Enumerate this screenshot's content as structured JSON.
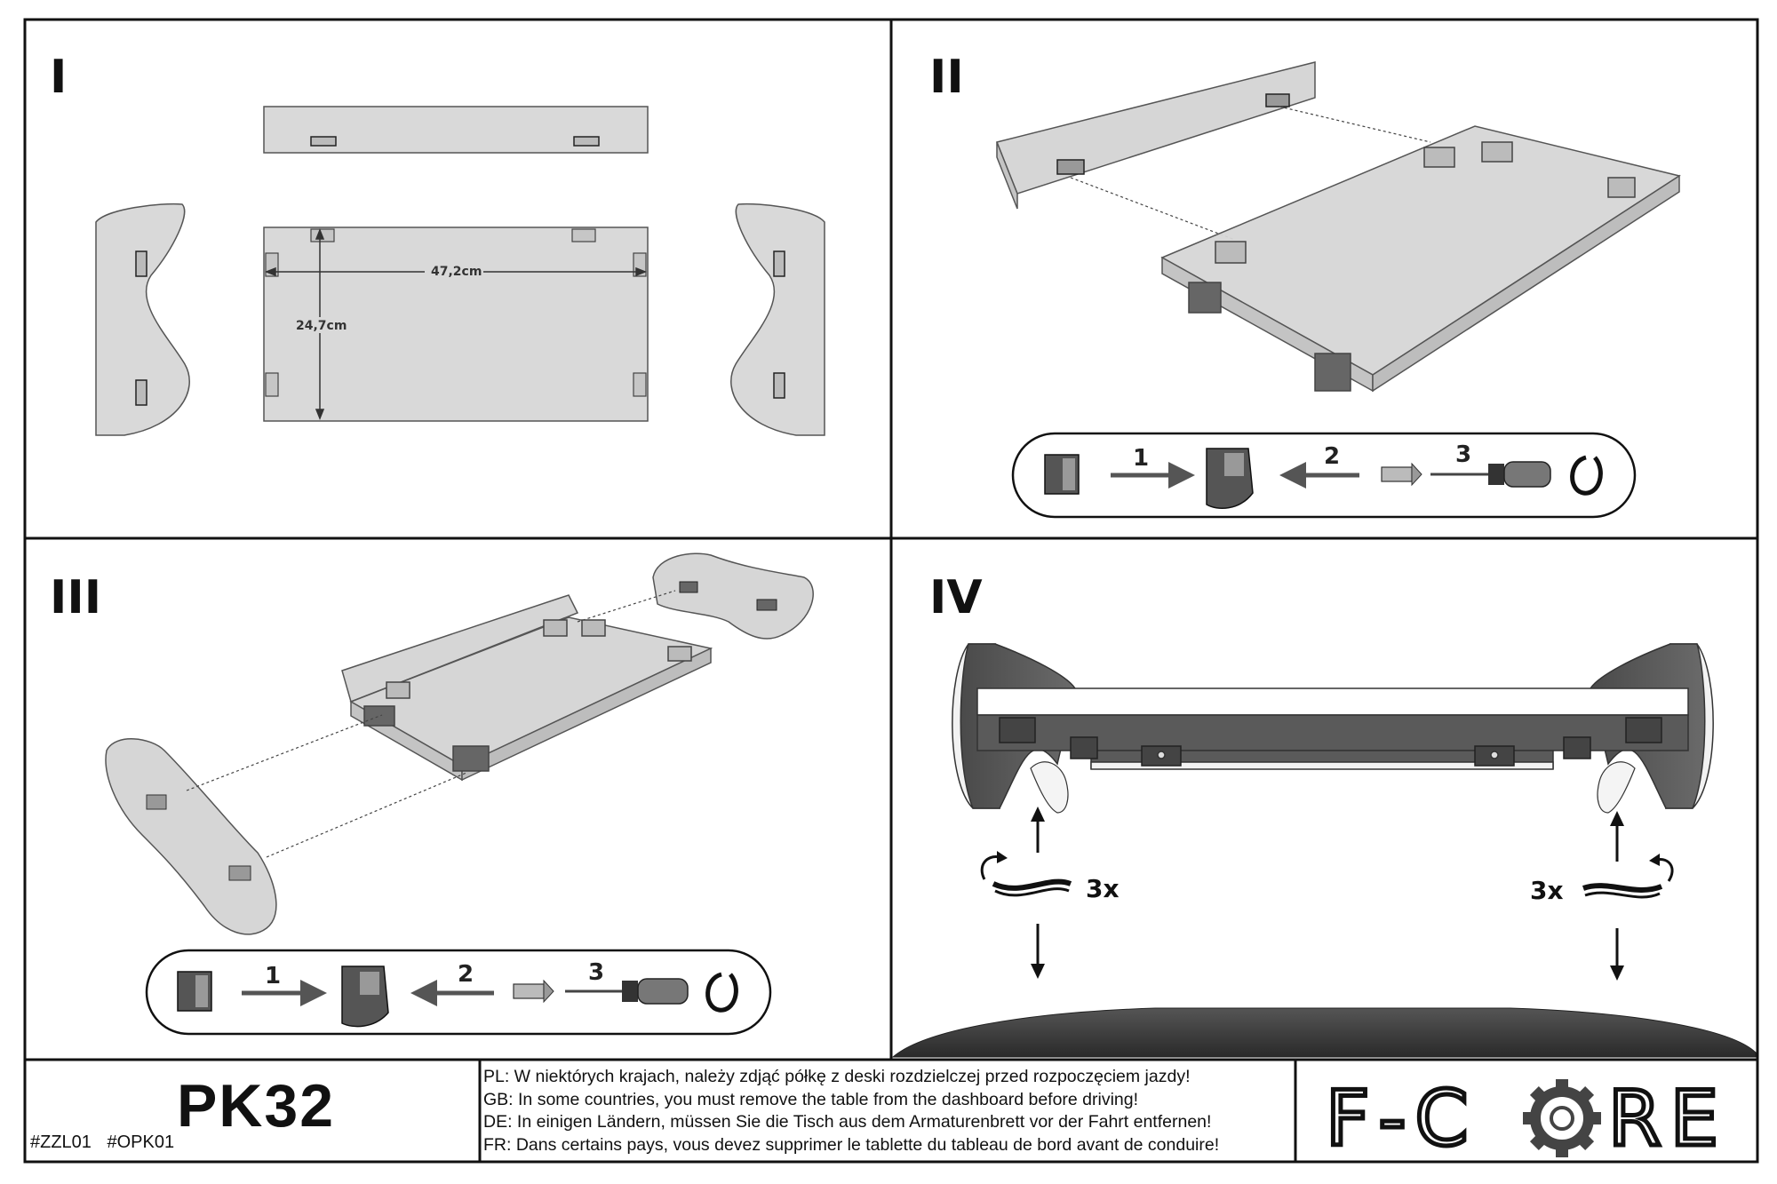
{
  "panels": {
    "p1": {
      "numeral": "I",
      "width_label": "47,2cm",
      "depth_label": "24,7cm"
    },
    "p2": {
      "numeral": "II",
      "steps": [
        "1",
        "2",
        "3"
      ]
    },
    "p3": {
      "numeral": "III",
      "steps": [
        "1",
        "2",
        "3"
      ]
    },
    "p4": {
      "numeral": "IV",
      "turns_left": "3x",
      "turns_right": "3x"
    }
  },
  "footer": {
    "model": "PK32",
    "codes": [
      "#ZZL01",
      "#OPK01"
    ],
    "warnings": [
      "PL: W niektórych krajach, należy zdjąć półkę z deski rozdzielczej przed rozpoczęciem jazdy!",
      "GB: In some countries, you must remove the table from the dashboard before driving!",
      "DE: In einigen Ländern, müssen Sie die Tisch aus dem Armaturenbrett vor der Fahrt entfernen!",
      "FR: Dans certains pays, vous devez supprimer le tablette du tableau de bord avant de conduire!"
    ],
    "brand": {
      "left": "F-C",
      "right": "RE"
    }
  },
  "colors": {
    "line": "#111111",
    "panel_fill": "#d9d9d9",
    "dark": "#555555"
  }
}
